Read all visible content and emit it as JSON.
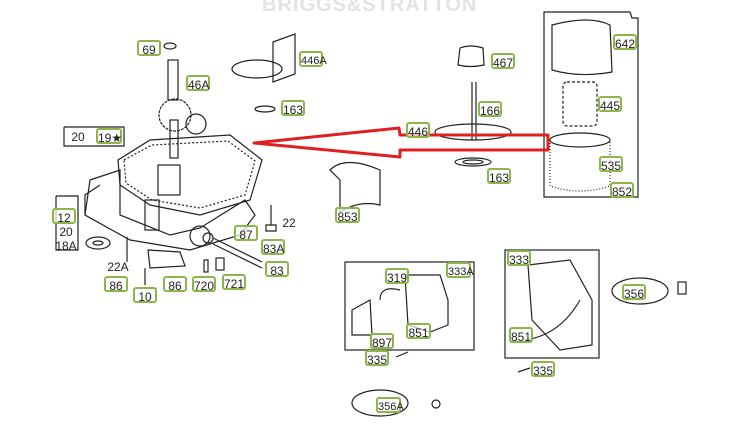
{
  "watermark": "BRIGGS&STRATTON",
  "callout": {
    "color": "#e02020"
  },
  "label_border_color": "#8db64a",
  "parts": {
    "p69": "69",
    "p46A": "46A",
    "p446A": "446A",
    "p163a": "163",
    "p20a": "20",
    "p19": "19★",
    "p12": "12",
    "p20b": "20",
    "p18A": "18A",
    "p22A": "22A",
    "p86a": "86",
    "p10": "10",
    "p86b": "86",
    "p720": "720",
    "p721": "721",
    "p83": "83",
    "p83A": "83A",
    "p87": "87",
    "p22": "22",
    "p853": "853",
    "p467": "467",
    "p166": "166",
    "p446": "446",
    "p163b": "163",
    "p642": "642",
    "p445": "445",
    "p535": "535",
    "p852": "852",
    "p319": "319",
    "p333A": "333A",
    "p851a": "851",
    "p897": "897",
    "p335a": "335",
    "p356A": "356A",
    "p333": "333",
    "p851b": "851",
    "p335b": "335",
    "p356": "356"
  }
}
